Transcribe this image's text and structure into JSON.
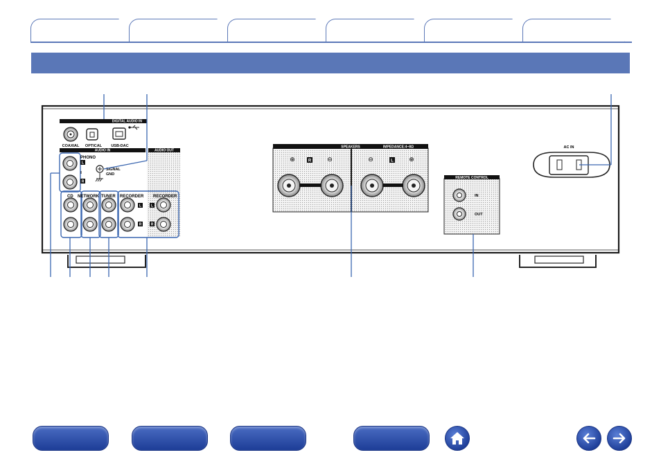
{
  "tabs": [
    "",
    "",
    "",
    "",
    "",
    ""
  ],
  "diagram": {
    "digital_audio_in": "DIGITAL AUDIO IN",
    "coaxial": "COAXIAL",
    "optical": "OPTICAL",
    "usb_dac": "USB-DAC",
    "audio_in": "AUDIO IN",
    "audio_out": "AUDIO OUT",
    "phono": "PHONO",
    "signal": "SIGNAL",
    "gnd": "GND",
    "cd": "CD",
    "network": "NETWORK",
    "tuner": "TUNER",
    "recorder_in": "RECORDER",
    "recorder_out": "RECORDER",
    "ch_l": "L",
    "ch_r": "R",
    "speakers": "SPEAKERS",
    "impedance": "IMPEDANCE:4~8Ω",
    "plus": "⊕",
    "minus": "⊖",
    "remote_control": "REMOTE CONTROL",
    "in": "IN",
    "out": "OUT",
    "ac_in": "AC IN"
  },
  "colors": {
    "brand_blue": "#5a77b7",
    "nav_blue": "#1d3d97",
    "callout_blue": "#3a66b0"
  },
  "nav_icons": [
    "home-icon",
    "arrow-left-icon",
    "arrow-right-icon"
  ]
}
